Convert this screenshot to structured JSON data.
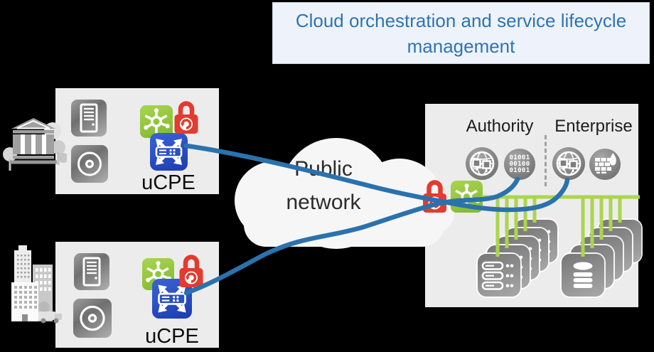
{
  "title": {
    "line1": "Cloud orchestration and service lifecycle",
    "line2": "management"
  },
  "cloud": {
    "line1": "Public",
    "line2": "network"
  },
  "sites": {
    "top": {
      "label": "uCPE"
    },
    "bottom": {
      "label": "uCPE"
    }
  },
  "datacenter": {
    "authority_label": "Authority",
    "enterprise_label": "Enterprise",
    "binary": {
      "row1": "01001",
      "row2": "00100",
      "row3": "01001"
    }
  },
  "icons": {
    "site_top": [
      "bank-building-icon",
      "server-tower-icon",
      "optical-disk-icon",
      "network-hub-icon",
      "secure-lock-icon",
      "vnf-router-icon"
    ],
    "site_bottom": [
      "city-buildings-icon",
      "server-tower-icon",
      "optical-disk-icon",
      "network-hub-icon",
      "secure-lock-icon",
      "vnf-router-icon"
    ],
    "datacenter": [
      "globe-network-icon",
      "binary-data-icon",
      "globe-network-icon",
      "firewall-icon",
      "secure-lock-icon",
      "network-hub-icon",
      "server-stack-icon",
      "database-stack-icon"
    ]
  },
  "colors": {
    "background": "#000000",
    "title_bg": "#eef3fb",
    "title_text": "#2d74b5",
    "panel_bg": "#ececec",
    "cloud_bg": "#f6f6f6",
    "line_blue": "#2a72ad",
    "line_green": "#abd54f",
    "icon_green": "#8ec73c",
    "icon_red": "#e23b2f",
    "icon_blue": "#2b4fc4",
    "gray_icon": "#8a8a8a",
    "label_dark": "#1c1c1c"
  }
}
